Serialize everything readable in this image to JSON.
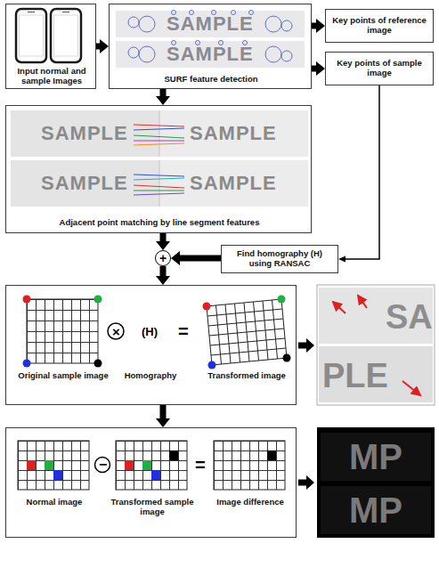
{
  "diagram": {
    "nodes": [
      {
        "text": [
          "Input normal and sample Images"
        ]
      },
      {
        "text": [
          "SURF feature detection"
        ]
      },
      {
        "text": [
          "Key points of reference image"
        ]
      },
      {
        "text": [
          "Key points of sample image"
        ]
      },
      {
        "text": [
          "Adjacent point matching by line segment features"
        ]
      },
      {
        "text": [
          "+"
        ]
      },
      {
        "text": [
          "Find homography (H) using RANSAC"
        ]
      },
      {
        "text": [
          "Original sample image",
          "Homography",
          "Transformed image"
        ]
      },
      {
        "text": [
          "Normal image",
          "Transformed sample image",
          "Image difference"
        ]
      }
    ],
    "edges": [
      {
        "from": 0,
        "to": 1,
        "arrow": "to"
      },
      {
        "from": 1,
        "to": 2,
        "arrow": "to"
      },
      {
        "from": 1,
        "to": 3,
        "arrow": "to"
      },
      {
        "from": 1,
        "to": 4,
        "arrow": "to"
      },
      {
        "from": 3,
        "to": 6,
        "arrow": "to"
      },
      {
        "from": 4,
        "to": 5,
        "arrow": "to"
      },
      {
        "from": 6,
        "to": 5,
        "arrow": "to"
      },
      {
        "from": 5,
        "to": 7,
        "arrow": "to"
      },
      {
        "from": 7,
        "to": 8,
        "arrow": "to"
      }
    ],
    "labels": [
      "SAMPLE",
      "SAMPLE",
      "SAMPLE",
      "SAMPLE",
      "SAMPLE",
      "SAMPLE",
      "×",
      "(H)",
      "=",
      "SA",
      "PLE",
      "−",
      "=",
      "MP",
      "MP"
    ]
  }
}
